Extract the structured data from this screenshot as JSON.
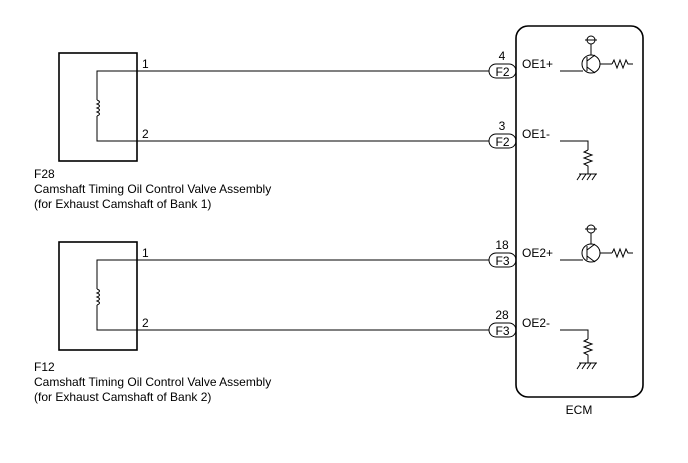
{
  "components": [
    {
      "id": "F28",
      "name_line1": "Camshaft Timing Oil Control Valve Assembly",
      "name_line2": "(for Exhaust Camshaft of Bank 1)",
      "pin_a": "1",
      "pin_b": "2"
    },
    {
      "id": "F12",
      "name_line1": "Camshaft Timing Oil Control Valve Assembly",
      "name_line2": "(for Exhaust Camshaft of Bank 2)",
      "pin_a": "1",
      "pin_b": "2"
    }
  ],
  "ecm": {
    "label": "ECM",
    "terminals": [
      {
        "pin": "4",
        "connector": "F2",
        "signal": "OE1+"
      },
      {
        "pin": "3",
        "connector": "F2",
        "signal": "OE1-"
      },
      {
        "pin": "18",
        "connector": "F3",
        "signal": "OE2+"
      },
      {
        "pin": "28",
        "connector": "F3",
        "signal": "OE2-"
      }
    ]
  }
}
